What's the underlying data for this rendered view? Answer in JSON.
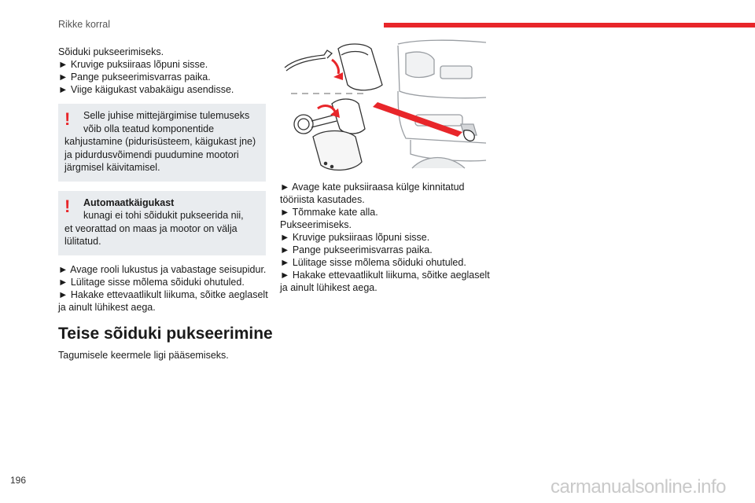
{
  "header": {
    "section_title": "Rikke korral",
    "accent_color": "#e8262a"
  },
  "column1": {
    "intro": "Sõiduki pukseerimiseks.",
    "steps_a": [
      "► Kruvige puksiiraas lõpuni sisse.",
      "► Pange pukseerimisvarras paika.",
      "► Viige käigukast vabakäigu asendisse."
    ],
    "warning1": {
      "first": "Selle juhise mittejärgimise tulemuseks",
      "second": "võib olla teatud komponentide",
      "rest": [
        "kahjustamine (pidurisüsteem, käigukast jne)",
        "ja pidurdusvõimendi puudumine mootori",
        "järgmisel käivitamisel."
      ]
    },
    "warning2": {
      "title": "Automaatkäigukast",
      "second": "kunagi ei tohi sõidukit pukseerida nii,",
      "rest": [
        "et veorattad on maas ja mootor on välja",
        "lülitatud."
      ]
    },
    "steps_b": [
      "► Avage rooli lukustus ja vabastage seisupidur.",
      "► Lülitage sisse mõlema sõiduki ohutuled.",
      "► Hakake ettevaatlikult liikuma, sõitke aeglaselt",
      "ja ainult lühikest aega."
    ],
    "heading": "Teise sõiduki pukseerimine",
    "subtext": "Tagumisele keermele ligi pääsemiseks."
  },
  "column2": {
    "lines": [
      "► Avage kate puksiiraasa külge kinnitatud",
      "tööriista kasutades.",
      "► Tõmmake kate alla.",
      "Pukseerimiseks.",
      "► Kruvige puksiiraas lõpuni sisse.",
      "► Pange pukseerimisvarras paika.",
      "► Lülitage sisse mõlema sõiduki ohutuled.",
      "► Hakake ettevaatlikult liikuma, sõitke aeglaselt",
      "ja ainult lühikest aega."
    ]
  },
  "footer": {
    "page_number": "196",
    "watermark": "carmanualsonline.info"
  }
}
